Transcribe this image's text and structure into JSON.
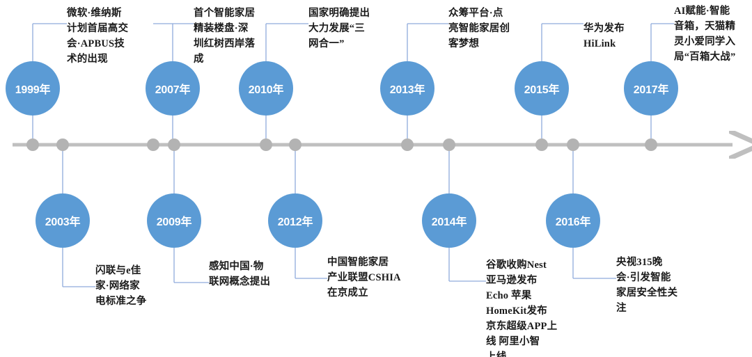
{
  "figure": {
    "kind": "timeline-infographic",
    "subject": "中国智能家居发展历程时间轴",
    "orientation": "horizontal",
    "axis": {
      "color": "#bfbfbf",
      "has_arrow_head": true,
      "arrow_direction": "right",
      "tick_dot_color": "#b3b3b3",
      "tick_dot_count": 10
    },
    "colors": {
      "node_fill": "#5b9bd5",
      "node_text": "#ffffff",
      "connector": "#8faadc",
      "event_text": "#1a1a1a",
      "background": "#ffffff"
    }
  },
  "chart_data": {
    "type": "timeline",
    "title": "",
    "categories": [
      "1999年",
      "2003年",
      "2007年",
      "2009年",
      "2010年",
      "2012年",
      "2013年",
      "2014年",
      "2015年",
      "2016年",
      "2017年"
    ],
    "events": [
      {
        "year": "1999年",
        "side": "above",
        "text": "微软·维纳斯\n计划首届高交\n会·APBUS技\n术的出现"
      },
      {
        "year": "2003年",
        "side": "below",
        "text": "闪联与e佳\n家·网络家\n电标准之争"
      },
      {
        "year": "2007年",
        "side": "above",
        "text": "首个智能家居\n精装楼盘·深\n圳红树西岸落\n成"
      },
      {
        "year": "2009年",
        "side": "below",
        "text": "感知中国·物\n联网概念提出"
      },
      {
        "year": "2010年",
        "side": "above",
        "text": "国家明确提出\n大力发展“三\n网合一”"
      },
      {
        "year": "2012年",
        "side": "below",
        "text": "中国智能家居\n产业联盟CSHIA\n在京成立"
      },
      {
        "year": "2013年",
        "side": "above",
        "text": "众筹平台·点\n亮智能家居创\n客梦想"
      },
      {
        "year": "2014年",
        "side": "below",
        "text": "谷歌收购Nest\n亚马逊发布\nEcho  苹果\nHomeKit发布\n京东超级APP上\n线  阿里小智\n上线"
      },
      {
        "year": "2015年",
        "side": "above",
        "text": "华为发布\nHiLink"
      },
      {
        "year": "2016年",
        "side": "below",
        "text": "央视315晚\n会·引发智能\n家居安全性关\n注"
      },
      {
        "year": "2017年",
        "side": "above",
        "text": "AI赋能·智能\n音箱，天猫精\n灵小爱同学入\n局“百箱大战”"
      }
    ]
  }
}
